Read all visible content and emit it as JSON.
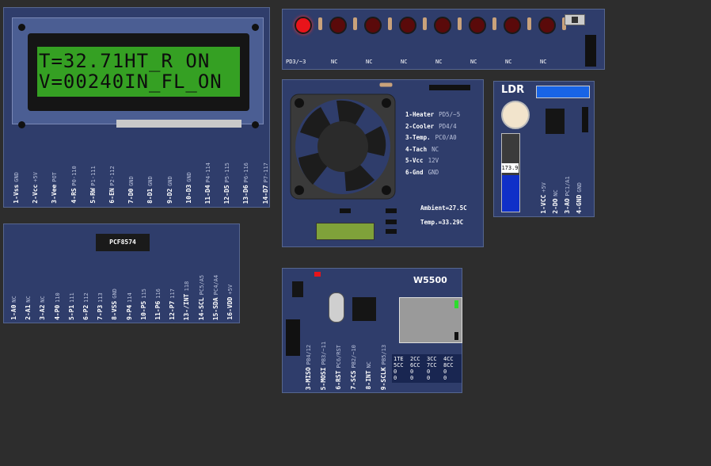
{
  "lcd": {
    "line1": "T=32.71HT_R ON",
    "line2": "V=00240IN_FL_ON",
    "pins": [
      {
        "label": "1-Vss",
        "sub": "GND"
      },
      {
        "label": "2-Vcc",
        "sub": "+5V"
      },
      {
        "label": "3-Vee",
        "sub": "POT"
      },
      {
        "label": "4-RS",
        "sub": "P0-110"
      },
      {
        "label": "5-RW",
        "sub": "P1-111"
      },
      {
        "label": "6-EN",
        "sub": "P2-112"
      },
      {
        "label": "7-D0",
        "sub": "GND"
      },
      {
        "label": "8-D1",
        "sub": "GND"
      },
      {
        "label": "9-D2",
        "sub": "GND"
      },
      {
        "label": "10-D3",
        "sub": "GND"
      },
      {
        "label": "11-D4",
        "sub": "P4-114"
      },
      {
        "label": "12-D5",
        "sub": "P5-115"
      },
      {
        "label": "13-D6",
        "sub": "P6-116"
      },
      {
        "label": "14-D7",
        "sub": "P7-117"
      }
    ]
  },
  "pcf": {
    "chip": "PCF8574",
    "pins": [
      {
        "label": "1-A0",
        "sub": "NC"
      },
      {
        "label": "2-A1",
        "sub": "NC"
      },
      {
        "label": "3-A2",
        "sub": "NC"
      },
      {
        "label": "4-P0",
        "sub": "110"
      },
      {
        "label": "5-P1",
        "sub": "111"
      },
      {
        "label": "6-P2",
        "sub": "112"
      },
      {
        "label": "7-P3",
        "sub": "113"
      },
      {
        "label": "8-VSS",
        "sub": "GND"
      },
      {
        "label": "9-P4",
        "sub": "114"
      },
      {
        "label": "10-P5",
        "sub": "115"
      },
      {
        "label": "11-P6",
        "sub": "116"
      },
      {
        "label": "12-P7",
        "sub": "117"
      },
      {
        "label": "13-/INT",
        "sub": "118"
      },
      {
        "label": "14-SCL",
        "sub": "PC5/A5"
      },
      {
        "label": "15-SDA",
        "sub": "PC4/A4"
      },
      {
        "label": "16-VDD",
        "sub": "+5V"
      }
    ]
  },
  "leds": {
    "labels": [
      "PD3/~3",
      "NC",
      "NC",
      "NC",
      "NC",
      "NC",
      "NC",
      "NC"
    ]
  },
  "fan": {
    "pins": [
      {
        "label": "1-Heater",
        "sub": "PD5/~5"
      },
      {
        "label": "2-Cooler",
        "sub": "PD4/4"
      },
      {
        "label": "3-Temp.",
        "sub": "PC0/A0"
      },
      {
        "label": "4-Tach",
        "sub": "NC"
      },
      {
        "label": "5-Vcc",
        "sub": "12V"
      },
      {
        "label": "6-Gnd",
        "sub": "GND"
      }
    ],
    "ambient": "Ambient=27.5C",
    "temp": "Temp.=33.29C"
  },
  "ldr": {
    "title": "LDR",
    "value": "173.9",
    "pins": [
      {
        "label": "1-VCC",
        "sub": "+5V"
      },
      {
        "label": "2-DO",
        "sub": "NC"
      },
      {
        "label": "3-AO",
        "sub": "PC1/A1"
      },
      {
        "label": "4-GND",
        "sub": "GND"
      }
    ]
  },
  "w5500": {
    "title": "W5500",
    "pins": [
      {
        "label": "3-MISO",
        "sub": "PB4/12"
      },
      {
        "label": "5-MOSI",
        "sub": "PB3/~11"
      },
      {
        "label": "6-RST",
        "sub": "PC6/RST"
      },
      {
        "label": "7-SCS",
        "sub": "PB2/~10"
      },
      {
        "label": "8-INT",
        "sub": "NC"
      },
      {
        "label": "9-SCLK",
        "sub": "PB5/13"
      }
    ],
    "table": [
      [
        "1TE",
        "2CC",
        "3CC",
        "4CC"
      ],
      [
        "5CC",
        "6CC",
        "7CC",
        "8CC"
      ],
      [
        "0",
        "0",
        "0",
        "0"
      ],
      [
        "0",
        "0",
        "0",
        "0"
      ]
    ]
  },
  "colors": {
    "board": "#2f3d6b",
    "lcd_green": "#35a023",
    "led_red": "#e8141a"
  }
}
